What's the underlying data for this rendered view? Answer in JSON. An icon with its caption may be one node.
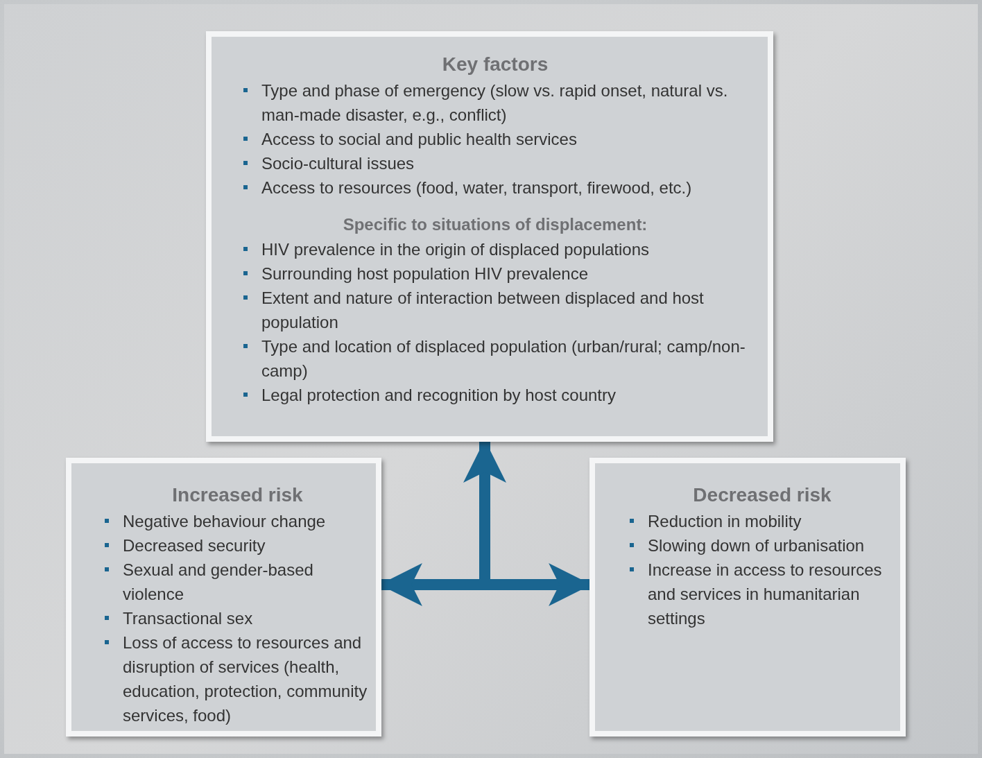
{
  "diagram": {
    "nodes": [
      {
        "text": [
          "Key factors",
          "Type and phase of emergency (slow vs. rapid onset, natural vs. man-made disaster, e.g., conflict)",
          "Access to social and public health services",
          "Socio-cultural issues",
          "Access to resources (food, water, transport, firewood, etc.)",
          "Specific to situations of displacement:",
          "HIV prevalence in the origin of displaced populations",
          "Surrounding host population HIV prevalence",
          "Extent and nature of interaction between displaced and host population",
          "Type and location of displaced population (urban/rural; camp/non-camp)",
          "Legal protection and recognition by host country"
        ]
      },
      {
        "text": [
          "Increased risk",
          "Negative behaviour change",
          "Decreased security",
          "Sexual and gender-based violence",
          "Transactional sex",
          "Loss of access to resources and disruption of services (health, education, protection, community services, food)"
        ]
      },
      {
        "text": [
          "Decreased risk",
          "Reduction in mobility",
          "Slowing down of urbanisation",
          "Increase in access to resources and services in humanitarian settings"
        ]
      }
    ],
    "edges": [
      {
        "from": 1,
        "to": 2,
        "arrow": "both"
      },
      {
        "from": null,
        "to": 0,
        "arrow": "to"
      }
    ]
  }
}
